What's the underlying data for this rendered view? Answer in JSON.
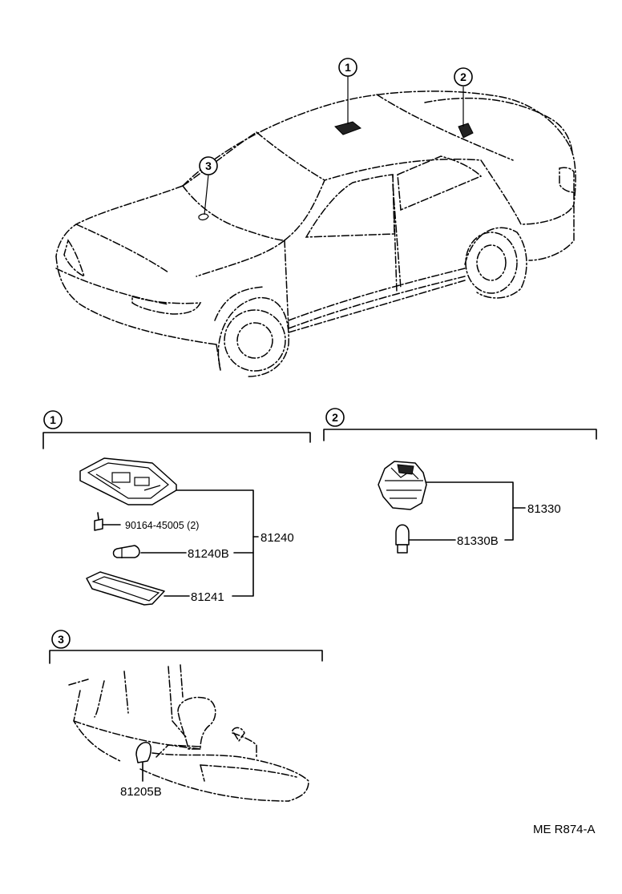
{
  "callouts": {
    "c1": "1",
    "c2": "2",
    "c3": "3"
  },
  "section1": {
    "marker": "1",
    "labels": {
      "screw": "90164-45005 (2)",
      "bulb": "81240B",
      "lens": "81241",
      "assembly": "81240"
    }
  },
  "section2": {
    "marker": "2",
    "labels": {
      "bulb": "81330B",
      "assembly": "81330"
    }
  },
  "section3": {
    "marker": "3",
    "labels": {
      "lamp": "81205B"
    }
  },
  "footer": {
    "code": "ME  R874-A"
  }
}
